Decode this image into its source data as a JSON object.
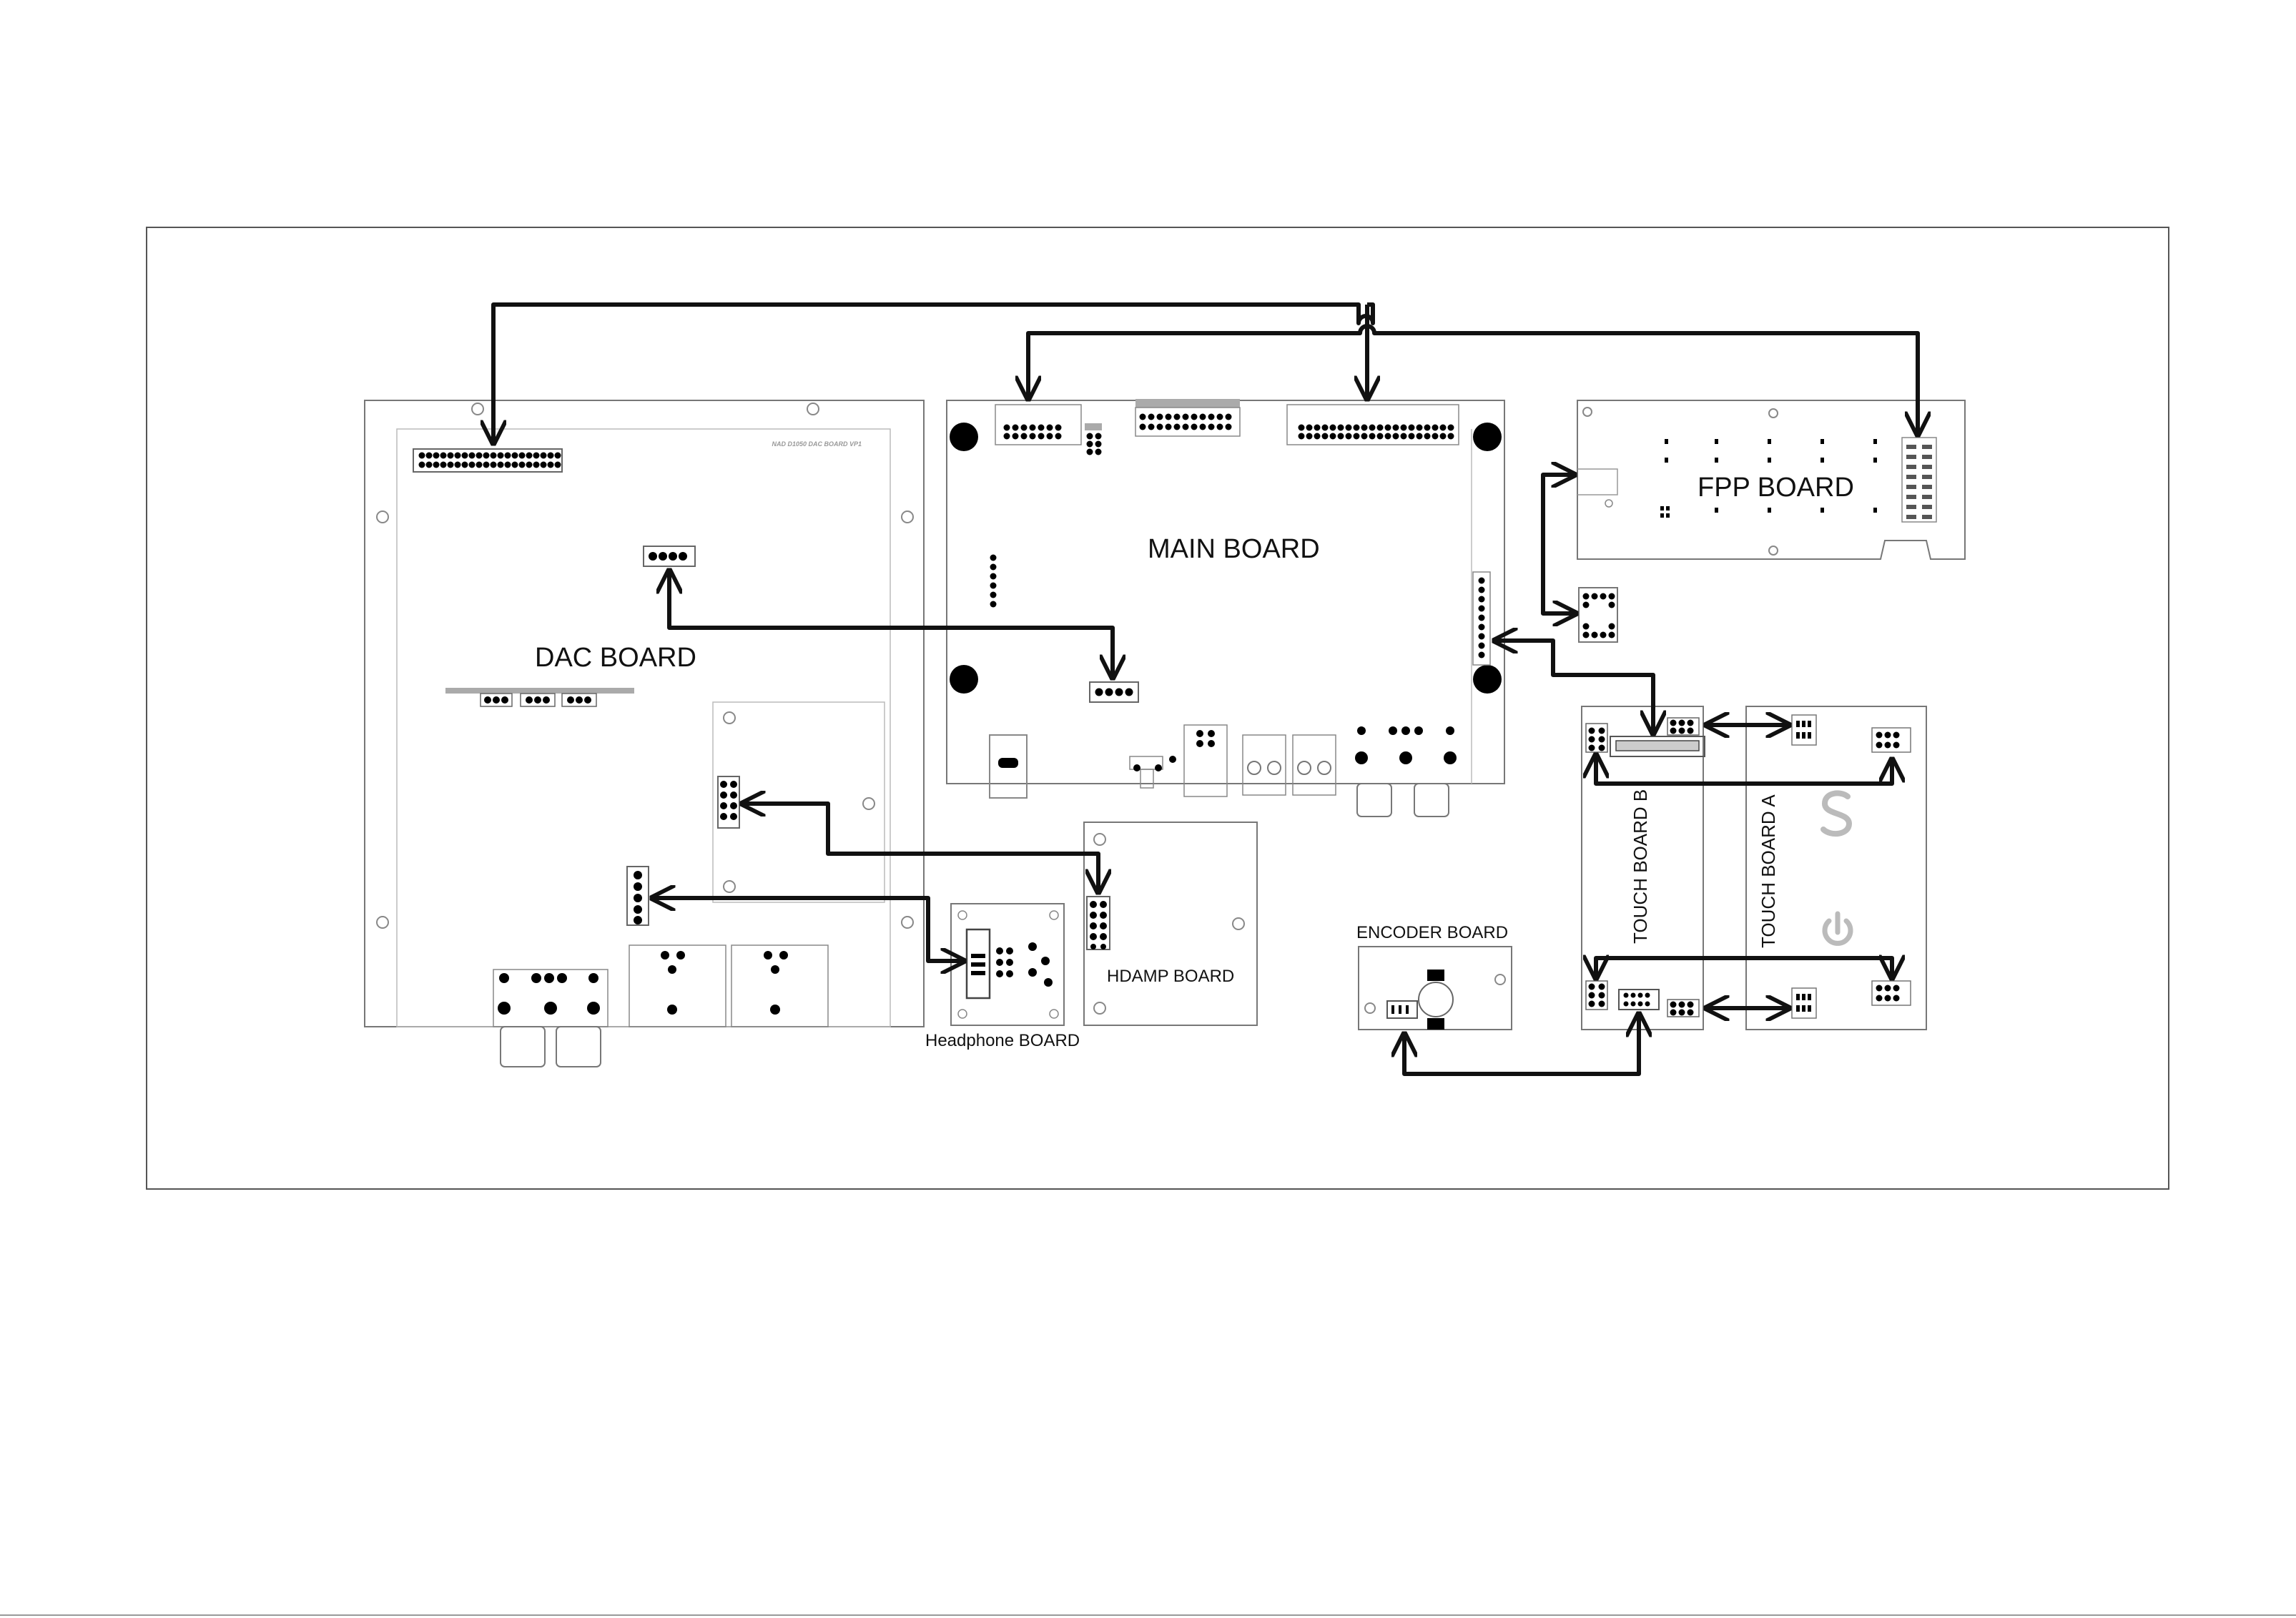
{
  "boards": {
    "main": "MAIN BOARD",
    "dac": "DAC BOARD",
    "dac_silk": "NAD D1050 DAC BOARD VP1",
    "fpp": "FPP BOARD",
    "hdamp": "HDAMP BOARD",
    "headphone": "Headphone BOARD",
    "encoder": "ENCODER BOARD",
    "touch_b": "TOUCH BOARD B",
    "touch_a": "TOUCH BOARD A"
  },
  "colors": {
    "wire": "#111111",
    "outline": "#777777",
    "pad": "#000000",
    "header_bar": "#aaaaaa"
  },
  "connections": [
    "dac-header to main-right-header",
    "main-left-header to fpp-connector",
    "dac-4pin to main-4pin",
    "dac-6pin to hdamp-connector",
    "dac-5pin to headphone-connector",
    "main-side-connector to fpp-aux-connector",
    "main-side-connector to touch-b-top",
    "touch-b-top to touch-a-top",
    "touch-b-bottom to touch-a-bottom",
    "touch-b-top to touch-a-right",
    "touch-b-bottom to touch-a-lower-right",
    "encoder to touch-b-bottom"
  ]
}
